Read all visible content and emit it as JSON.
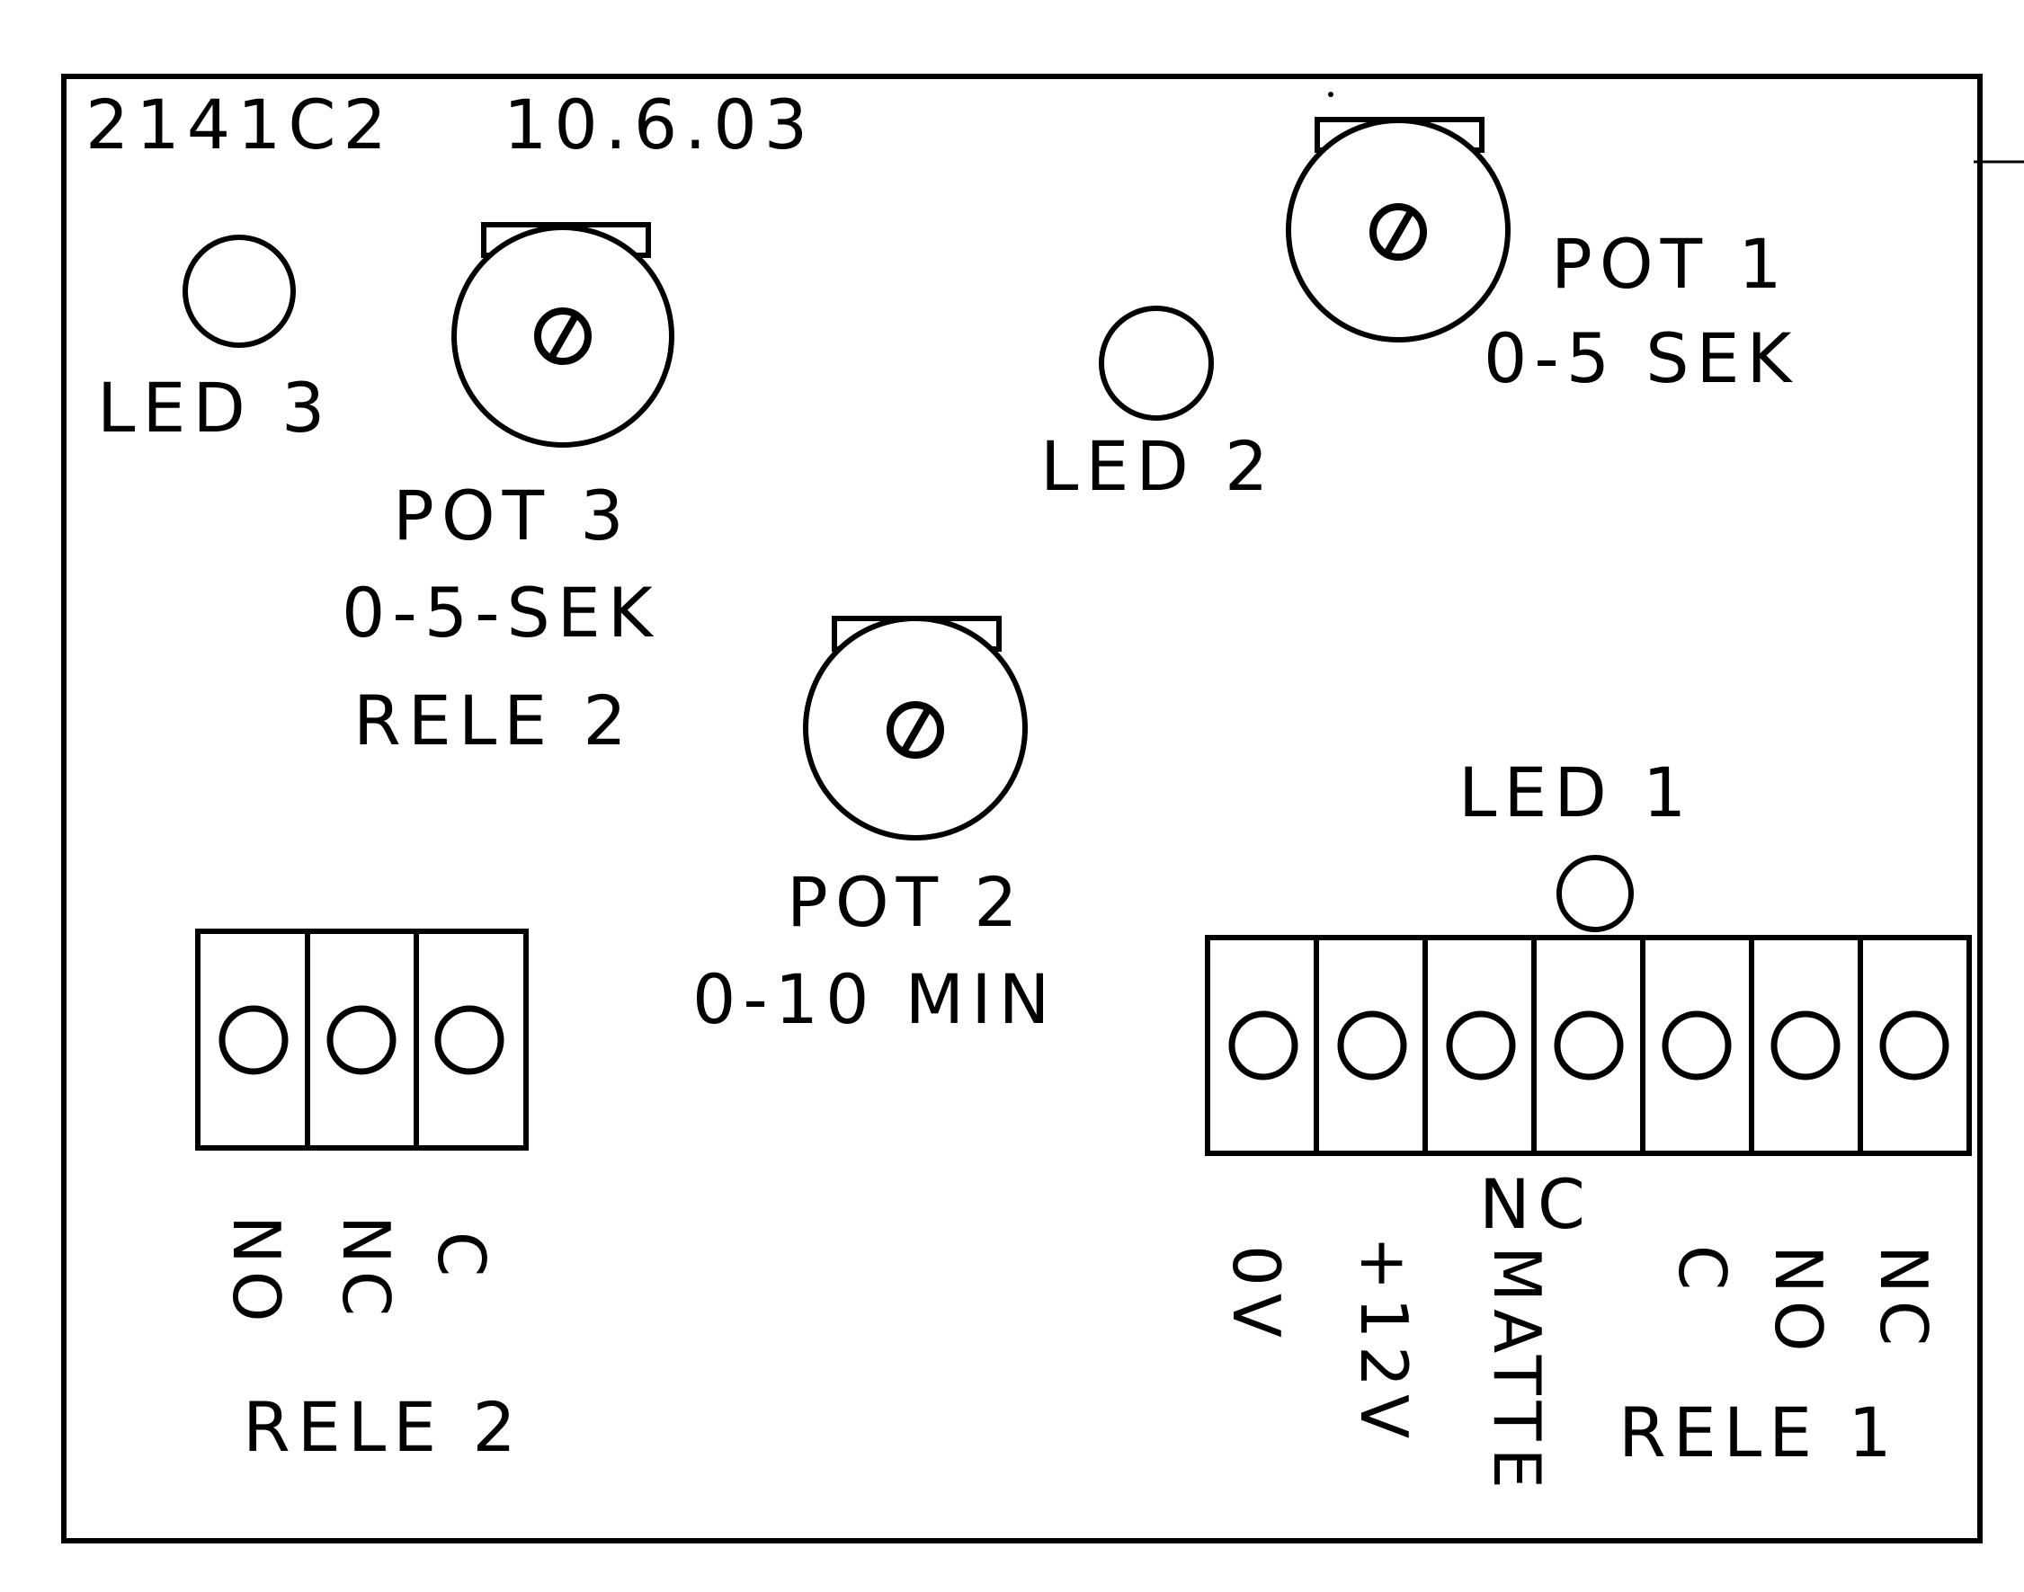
{
  "header": {
    "board_code": "2141C2",
    "date": "10.6.03"
  },
  "leds": {
    "led1": "LED 1",
    "led2": "LED 2",
    "led3": "LED 3"
  },
  "pots": {
    "pot1": {
      "name": "POT 1",
      "range": "0-5 SEK"
    },
    "pot2": {
      "name": "POT 2",
      "range": "0-10 MIN"
    },
    "pot3": {
      "name": "POT 3",
      "range": "0-5-SEK",
      "relay": "RELE 2"
    }
  },
  "relay2_block": {
    "title": "RELE 2",
    "terminals": [
      "NO",
      "NC",
      "C"
    ]
  },
  "relay1_block": {
    "title": "RELE 1",
    "terminals": [
      "0V",
      "+12V",
      "NC",
      "MATTE",
      "C",
      "NO",
      "NC"
    ]
  },
  "colors": {
    "ink": "#000000",
    "paper": "#ffffff"
  }
}
